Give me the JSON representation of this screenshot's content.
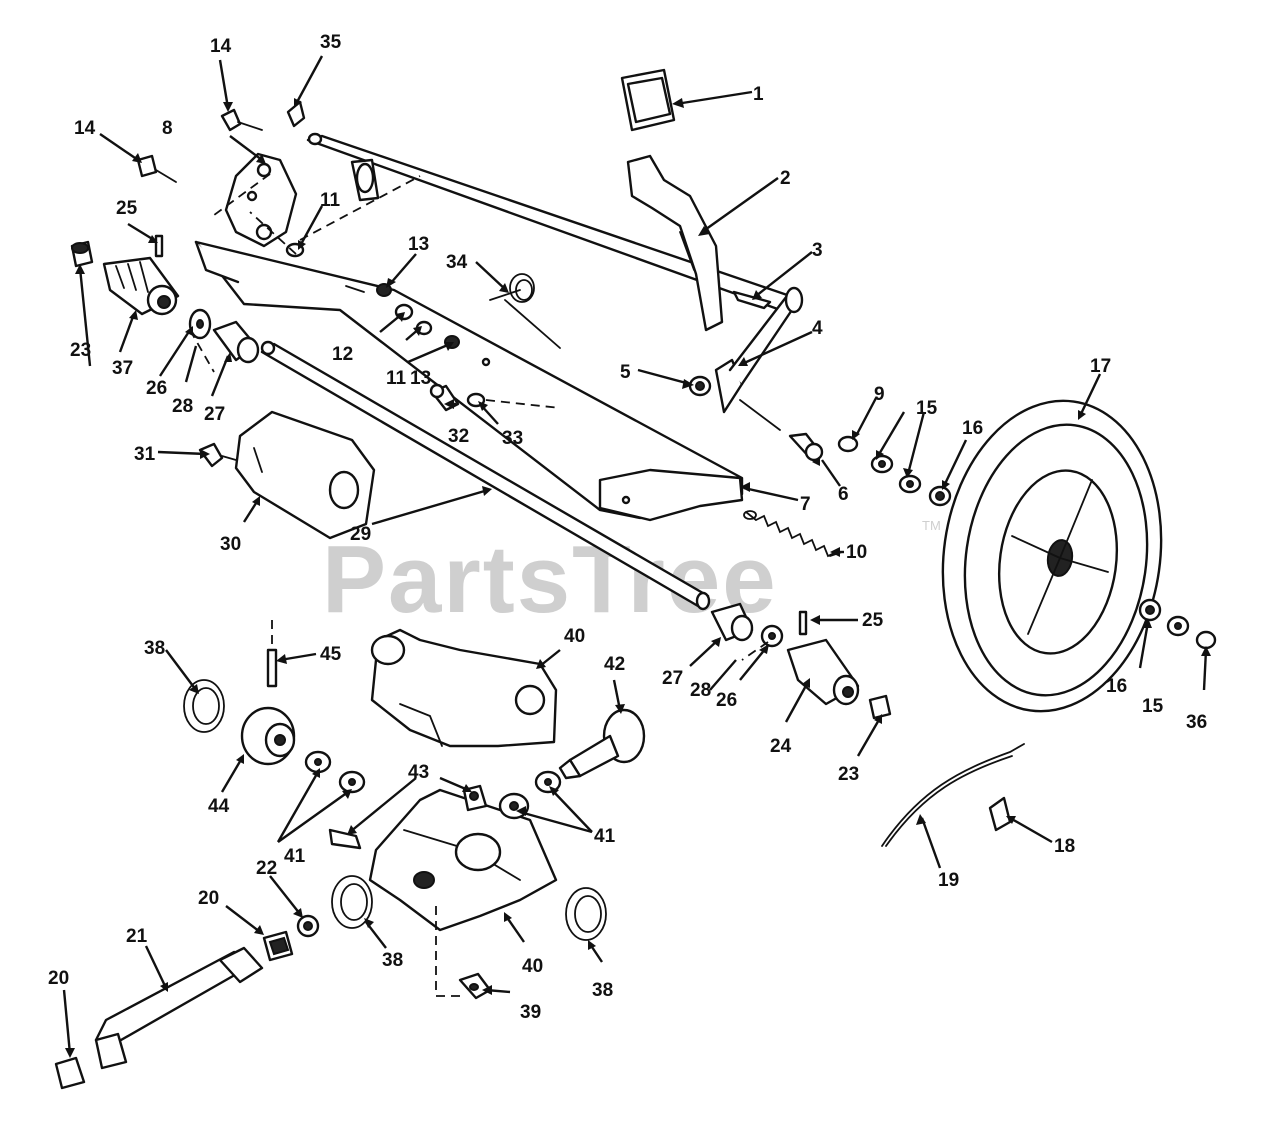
{
  "watermark": {
    "text": "PartsTree",
    "mark": "TM"
  },
  "callouts": {
    "c1": "1",
    "c2": "2",
    "c3": "3",
    "c4": "4",
    "c5": "5",
    "c6": "6",
    "c7": "7",
    "c8": "8",
    "c9": "9",
    "c10": "10",
    "c11a": "11",
    "c11b": "11",
    "c12": "12",
    "c13a": "13",
    "c13b": "13",
    "c14a": "14",
    "c14b": "14",
    "c15a": "15",
    "c15b": "15",
    "c16a": "16",
    "c16b": "16",
    "c17": "17",
    "c18": "18",
    "c19": "19",
    "c20a": "20",
    "c20b": "20",
    "c21": "21",
    "c22": "22",
    "c23a": "23",
    "c23b": "23",
    "c24": "24",
    "c25a": "25",
    "c25b": "25",
    "c26a": "26",
    "c26b": "26",
    "c27a": "27",
    "c27b": "27",
    "c28a": "28",
    "c28b": "28",
    "c29": "29",
    "c30": "30",
    "c31": "31",
    "c32": "32",
    "c33": "33",
    "c34": "34",
    "c35": "35",
    "c36": "36",
    "c37": "37",
    "c38a": "38",
    "c38b": "38",
    "c38c": "38",
    "c39": "39",
    "c40a": "40",
    "c40b": "40",
    "c41a": "41",
    "c41b": "41",
    "c42": "42",
    "c43": "43",
    "c44": "44",
    "c45": "45"
  }
}
